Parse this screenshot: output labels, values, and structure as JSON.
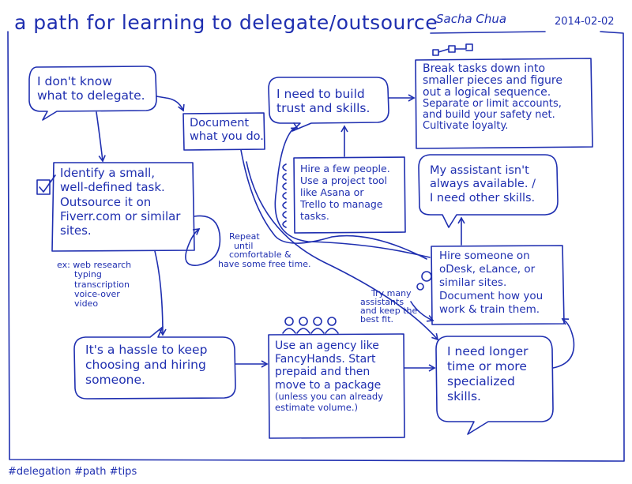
{
  "header": {
    "title": "a path for learning to delegate/outsource",
    "author": "Sacha Chua",
    "date": "2014-02-02"
  },
  "nodes": {
    "dont_know": [
      "I don't know",
      "what to delegate."
    ],
    "document": [
      "Document",
      "what you do."
    ],
    "trust": [
      "I need to build",
      "trust and skills."
    ],
    "break_tasks": [
      "Break tasks down into",
      "smaller pieces and figure",
      "out a logical sequence.",
      "Separate or limit accounts,",
      "and build your safety net.",
      "Cultivate loyalty."
    ],
    "identify": [
      "Identify a small,",
      "well-defined task.",
      "Outsource it on",
      "Fiverr.com or similar",
      "sites."
    ],
    "hire_few": [
      "Hire a few people.",
      "Use a project tool",
      "like Asana or",
      "Trello to manage",
      "tasks."
    ],
    "assistant": [
      "My assistant isn't",
      "always available. /",
      "I need other skills."
    ],
    "hire_odesk": [
      "Hire someone on",
      "oDesk, eLance, or",
      "similar sites.",
      "Document how you",
      "work & train them."
    ],
    "hassle": [
      "It's a hassle to keep",
      "choosing and hiring",
      "someone."
    ],
    "agency": [
      "Use an agency like",
      "FancyHands. Start",
      "prepaid and then",
      "move to a package",
      "(unless you can already",
      "estimate volume.)"
    ],
    "longer": [
      "I need longer",
      "time or more",
      "specialized",
      "skills."
    ]
  },
  "annotations": {
    "repeat": [
      "Repeat",
      "until",
      "comfortable &",
      "have some free time."
    ],
    "examples": [
      "ex: web research",
      "typing",
      "transcription",
      "voice-over",
      "video"
    ],
    "try_many": [
      "Try many",
      "assistants",
      "and keep the",
      "best fit."
    ]
  },
  "footer": {
    "tags": "#delegation  #path  #tips"
  },
  "colors": {
    "ink": "#1f2fb0",
    "paper": "#ffffff"
  }
}
